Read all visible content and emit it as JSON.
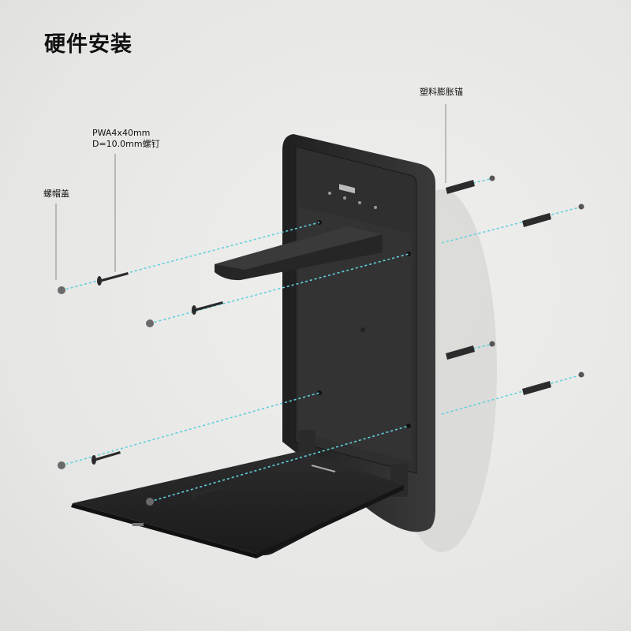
{
  "title": "硬件安装",
  "labels": {
    "anchor": "塑料膨胀锚",
    "screw_line1": "PWA4x40mm",
    "screw_line2": "D=10.0mm螺钉",
    "cap": "螺帽盖"
  },
  "colors": {
    "device": "#2a2a2b",
    "guide": "#5fd0de",
    "background": "#e9e9e7"
  }
}
